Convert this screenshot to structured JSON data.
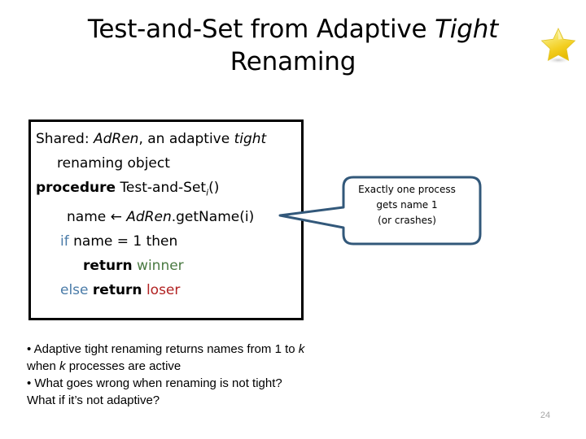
{
  "slide": {
    "title_part1": "Test-and-Set from Adaptive ",
    "title_italic": "Tight",
    "title_part2": "Renaming",
    "page_number": "24",
    "star_icon": "gold-star-icon"
  },
  "code_box": {
    "lines": [
      {
        "seg": [
          {
            "t": "Shared: ",
            "style": "plain"
          },
          {
            "t": "AdRen",
            "style": "italic"
          },
          {
            "t": ", an adaptive ",
            "style": "plain"
          },
          {
            "t": "tight",
            "style": "italic"
          }
        ]
      },
      {
        "seg": [
          {
            "t": "renaming object",
            "style": "plain"
          }
        ]
      },
      {
        "seg": [
          {
            "t": "procedure ",
            "style": "bold"
          },
          {
            "t": "Test-and-Set",
            "style": "plain"
          },
          {
            "t": "i",
            "style": "sub"
          },
          {
            "t": "()",
            "style": "plain"
          }
        ]
      },
      {
        "seg": [
          {
            "t": "name ← ",
            "style": "plain"
          },
          {
            "t": "AdRen",
            "style": "italic"
          },
          {
            "t": ".getName(i)",
            "style": "plain"
          }
        ]
      },
      {
        "seg": [
          {
            "t": "if",
            "style": "blue"
          },
          {
            "t": " name = 1 then",
            "style": "plain"
          }
        ]
      },
      {
        "seg": [
          {
            "t": "return ",
            "style": "bold"
          },
          {
            "t": "winner",
            "style": "green"
          }
        ]
      },
      {
        "seg": [
          {
            "t": "else ",
            "style": "blue"
          },
          {
            "t": "return ",
            "style": "bold"
          },
          {
            "t": "loser",
            "style": "red"
          }
        ]
      }
    ],
    "line1": "Shared: AdRen, an adaptive tight",
    "line2": "renaming object",
    "line3_kw": "procedure",
    "line3_name": "Test-and-Set",
    "line3_sub": "i",
    "line3_tail": "()",
    "line4": "name ← AdRen.getName(i)",
    "line5_kw": "if",
    "line5_rest": " name = 1 then",
    "line6_kw": "return",
    "line6_val": "winner",
    "line7_kw1": "else",
    "line7_kw2": "return",
    "line7_val": "loser"
  },
  "callout": {
    "line1": "Exactly one process",
    "line2": "gets name 1",
    "line3": "(or crashes)"
  },
  "bullets": {
    "b1_line1_a": "• Adaptive tight renaming returns names from 1 to ",
    "b1_line1_k": "k",
    "b1_line2_a": "when ",
    "b1_line2_k": "k",
    "b1_line2_b": " processes are active",
    "b2_line1": "• What goes wrong when renaming is not tight?",
    "b2_line2": "What if it’s not adaptive?"
  },
  "colors": {
    "keyword_blue": "#4a7ba8",
    "winner_green": "#4a7a42",
    "loser_red": "#b22222",
    "callout_border": "#32587a",
    "star_gold": "#f2d437",
    "page_number_gray": "#a6a6a6"
  }
}
